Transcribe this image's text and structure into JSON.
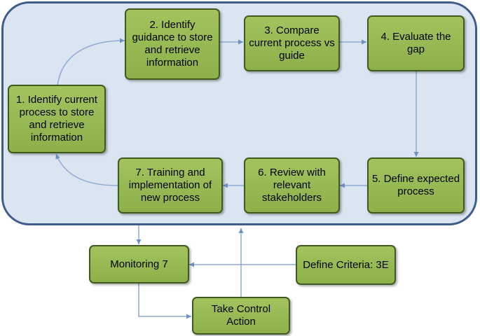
{
  "nodes": {
    "n1": "1. Identify current process to store and retrieve information",
    "n2": "2. Identify guidance to store and retrieve information",
    "n3": "3. Compare current process vs guide",
    "n4": "4. Evaluate the gap",
    "n5": "5. Define expected process",
    "n6": "6. Review with relevant stakeholders",
    "n7": "7. Training and implementation of new process",
    "monitoring": "Monitoring 7",
    "criteria": "Define Criteria: 3E",
    "control": "Take Control Action"
  },
  "colors": {
    "node_fill": "#9bbb59",
    "node_border": "#3f5a1e",
    "container_fill": "#dbe5f1",
    "container_border": "#3e5d8a",
    "connector": "#8eaad2"
  }
}
